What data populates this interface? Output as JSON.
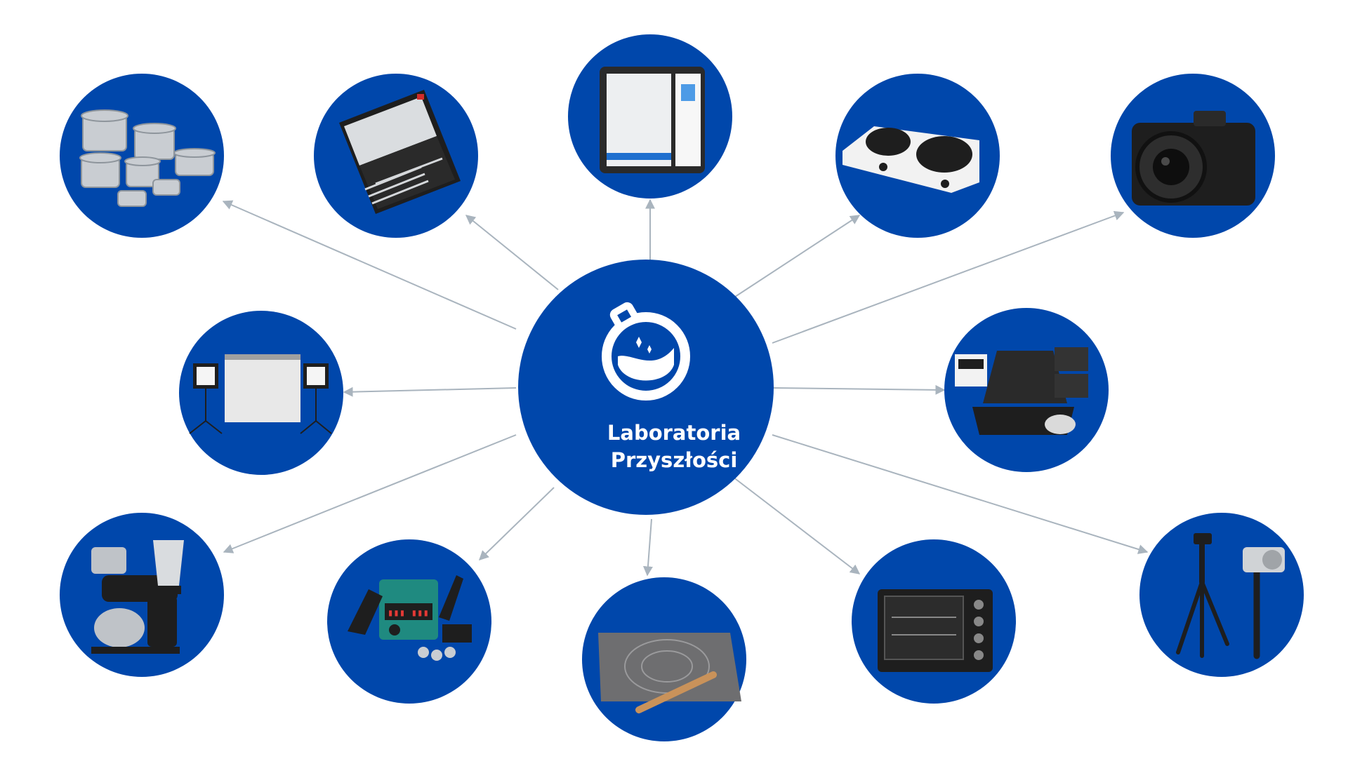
{
  "colors": {
    "circle_fill": "#0047AB",
    "connector": "#A9B4BE",
    "icon_white": "#FFFFFF",
    "metal": "#C9CDD2",
    "dark_device": "#1E1E1E",
    "accent_teal": "#1F8A80",
    "mat_gray": "#6E6E70",
    "wood": "#C9925A"
  },
  "center": {
    "title_line1": "Laboratoria",
    "title_line2": "Przyszłości",
    "icon": "flask-icon"
  },
  "nodes": [
    {
      "id": "cookware-set",
      "icon": "pots-icon"
    },
    {
      "id": "cutlery-set",
      "icon": "cutlery-icon"
    },
    {
      "id": "3d-printer",
      "icon": "3d-printer-icon"
    },
    {
      "id": "electric-hotplate",
      "icon": "hotplate-icon"
    },
    {
      "id": "camera",
      "icon": "camera-icon"
    },
    {
      "id": "photo-studio",
      "icon": "softbox-icon"
    },
    {
      "id": "sandwich-maker",
      "icon": "sandwich-maker-icon"
    },
    {
      "id": "kitchen-robot",
      "icon": "mixer-icon"
    },
    {
      "id": "soldering-station",
      "icon": "soldering-icon"
    },
    {
      "id": "baking-mat",
      "icon": "baking-mat-icon"
    },
    {
      "id": "electric-oven",
      "icon": "oven-icon"
    },
    {
      "id": "tripod-gimbal",
      "icon": "tripod-icon"
    }
  ]
}
